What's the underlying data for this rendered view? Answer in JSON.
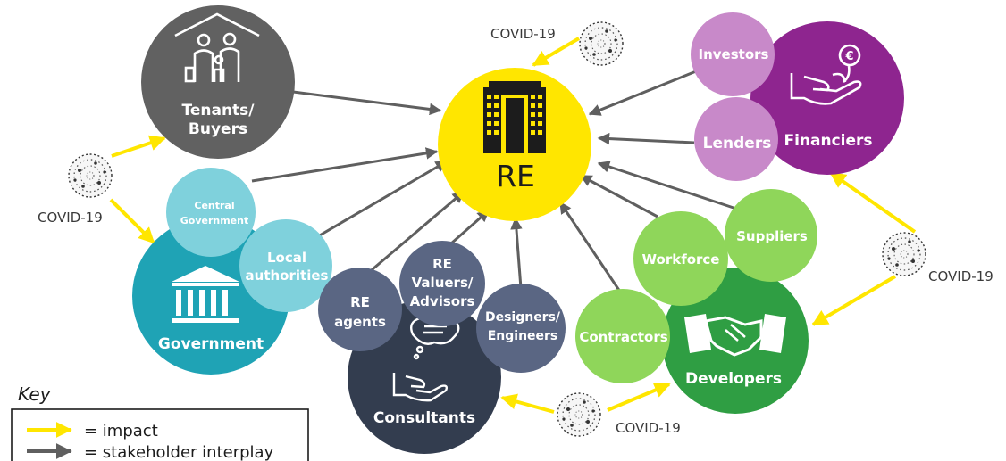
{
  "colors": {
    "re": "#ffe600",
    "tenants": "#616161",
    "financiers": "#8e258f",
    "investors_lenders": "#c889c9",
    "government": "#1fa3b5",
    "government_sub": "#7fd1dc",
    "consultants": "#333d4f",
    "consultants_sub": "#5a6683",
    "developers": "#2f9e43",
    "developers_sub": "#8fd65a",
    "impact_arrow": "#ffe600",
    "interplay_arrow": "#5f5f5f"
  },
  "nodes": {
    "re": "RE",
    "tenants": [
      "Tenants/",
      "Buyers"
    ],
    "financiers": "Financiers",
    "investors": "Investors",
    "lenders": "Lenders",
    "government": "Government",
    "central_government": [
      "Central",
      "Government"
    ],
    "local_authorities": [
      "Local",
      "authorities"
    ],
    "consultants": "Consultants",
    "re_agents": [
      "RE",
      "agents"
    ],
    "re_valuers": [
      "RE",
      "Valuers/",
      "Advisors"
    ],
    "designers": [
      "Designers/",
      "Engineers"
    ],
    "developers": "Developers",
    "contractors": "Contractors",
    "workforce": "Workforce",
    "suppliers": "Suppliers"
  },
  "covid_labels": [
    "COVID-19",
    "COVID-19",
    "COVID-19",
    "COVID-19"
  ],
  "key": {
    "title": "Key",
    "impact": "= impact",
    "interplay": "= stakeholder interplay"
  },
  "icons": [
    "building-icon",
    "family-house-icon",
    "hand-coin-icon",
    "bank-icon",
    "hand-thought-icon",
    "handshake-icon",
    "virus-icon"
  ]
}
